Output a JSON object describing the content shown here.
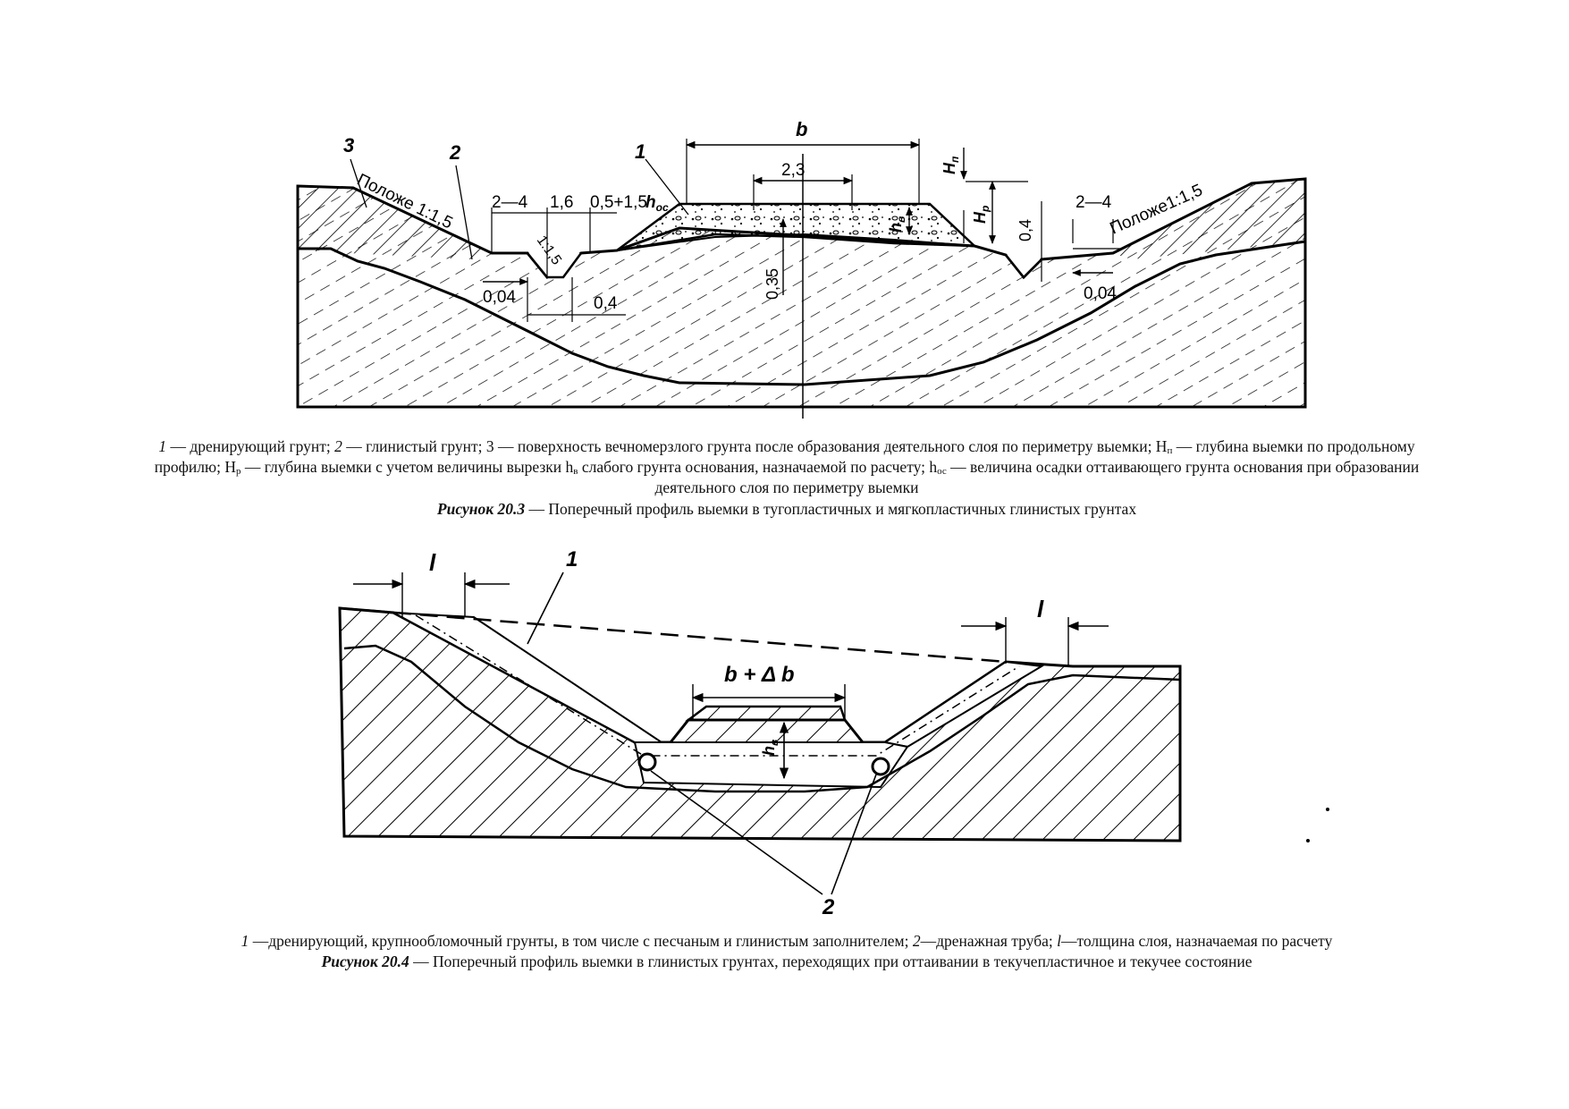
{
  "figure1": {
    "labels": {
      "n3": "3",
      "n2": "2",
      "n1": "1",
      "b": "b",
      "w23": "2,3",
      "slope_left": "Положе 1:1,5",
      "slope_right": "Положе1:1,5",
      "d24_left": "2—4",
      "d16": "1,6",
      "d05": "0,5+1,5",
      "hoc_h": "h",
      "hoc_sub": "ос",
      "d24_right": "2—4",
      "d04v": "0,4",
      "d035": "0,35",
      "s115": "1:1,5",
      "d004_left": "0,04",
      "d04h": "0,4",
      "d004_right": "0,04",
      "Hn_H": "H",
      "Hn_sub": "п",
      "Hp_H": "H",
      "Hp_sub": "р",
      "hb_h": "h",
      "hb_sub": "в"
    },
    "legend": {
      "n1": "1",
      "t1": " — дренирующий грунт; ",
      "n2": "2",
      "t2": " — глинистый грунт; 3 — поверхность вечномерзлого грунта после образования деятельного слоя по периметру выемки; Н",
      "s1": "п",
      "t3": " — глубина выемки по продольному профилю; Н",
      "s2": "р",
      "t4": " — глубина выемки с учетом величины вырезки h",
      "s3": "в",
      "t5": " слабого грунта основания, назначаемой по расчету; h",
      "s4": "ос",
      "t6": " — величина осадки оттаивающего грунта основания при образовании деятельного слоя по периметру выемки"
    },
    "caption": {
      "title": "Рисунок 20.3",
      "text": " — Поперечный профиль выемки в тугопластичных и мягкопластичных глинистых грунтах"
    }
  },
  "figure2": {
    "labels": {
      "l_left": "l",
      "n1": "1",
      "l_right": "l",
      "bdb": "b + Δ b",
      "hb_h": "h",
      "hb_sub": "в",
      "n2": "2"
    },
    "legend": {
      "n1": "1",
      "t1": " —дренирующий, крупнообломочный грунты, в том числе с песчаным и глинистым заполнителем; ",
      "n2": "2",
      "t2": "—дренажная труба; ",
      "n3": "l",
      "t3": "—толщина слоя, назначаемая по расчету"
    },
    "caption": {
      "title": "Рисунок 20.4",
      "text": " — Поперечный профиль выемки в глинистых грунтах, переходящих при оттаивании в текучепластичное и текучее состояние"
    }
  }
}
